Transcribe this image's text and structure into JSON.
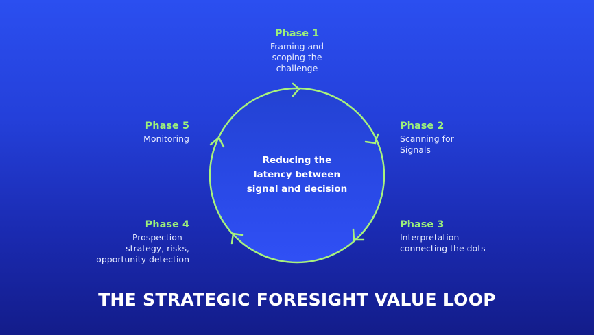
{
  "diagram": {
    "title": "THE STRATEGIC FORESIGHT VALUE LOOP",
    "center_text": "Reducing the\nlatency between\nsignal and decision",
    "phases": [
      {
        "title": "Phase 1",
        "description": "Framing and\nscoping the\nchallenge"
      },
      {
        "title": "Phase 2",
        "description": "Scanning for\nSignals"
      },
      {
        "title": "Phase 3",
        "description": "Interpretation –\nconnecting the dots"
      },
      {
        "title": "Phase 4",
        "description": "Prospection –\nstrategy, risks,\nopportunity detection"
      },
      {
        "title": "Phase 5",
        "description": "Monitoring"
      }
    ],
    "colors": {
      "accent_green": "#9cf07a",
      "loop_stroke": "#a8f27c",
      "background_top": "#2b4ff0",
      "background_bottom": "#131c8a"
    },
    "flow_direction": "clockwise"
  }
}
